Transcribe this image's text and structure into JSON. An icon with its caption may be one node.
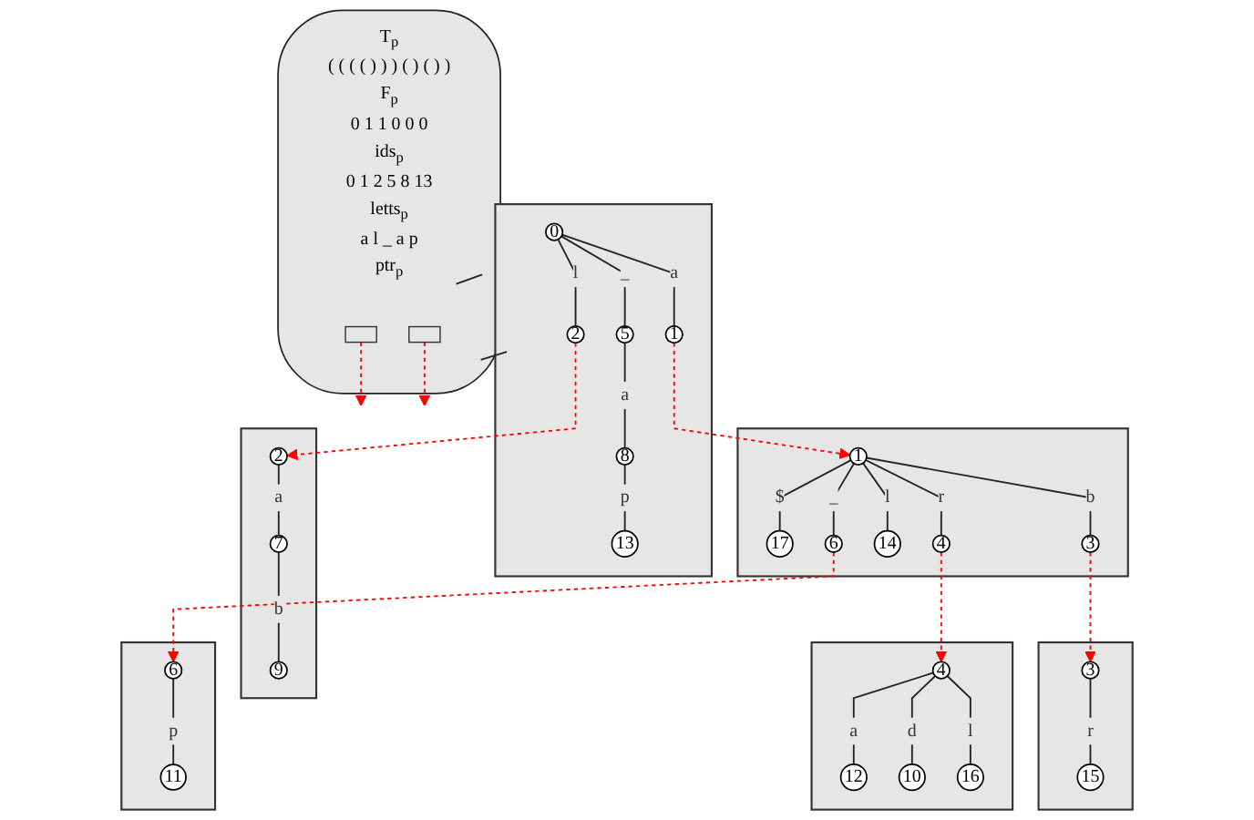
{
  "diagram": {
    "nodes": [
      {
        "text": [],
        "shape": "box"
      },
      {
        "text": [
          "0"
        ],
        "in": 0
      },
      {
        "text": [
          "1"
        ],
        "in": 0
      },
      {
        "text": [
          "2"
        ],
        "in": 0
      },
      {
        "text": [
          "5"
        ],
        "in": 0
      },
      {
        "text": [
          "8"
        ],
        "in": 0
      },
      {
        "text": [
          "13"
        ],
        "in": 0
      },
      {
        "text": [
          "T$_{p}$",
          "( ( ( ( ) ) ) ( ) ( ) )",
          "F$_{p}$",
          "0 1 1 0 0 0",
          "ids$_{p}$",
          "0 1 2 5 8 13",
          "letts$_{p}$",
          "a l _ a p",
          "ptr$_{p}$"
        ]
      },
      {
        "text": [],
        "shape": "box",
        "in": 7
      },
      {
        "text": [],
        "shape": "box",
        "in": 7
      },
      {
        "text": [],
        "shape": "box"
      },
      {
        "text": [
          "1"
        ],
        "in": 10
      },
      {
        "text": [
          "17"
        ],
        "in": 10
      },
      {
        "text": [
          "3"
        ],
        "in": 10
      },
      {
        "text": [
          "14"
        ],
        "in": 10
      },
      {
        "text": [
          "4"
        ],
        "in": 10
      },
      {
        "text": [
          "6"
        ],
        "in": 10
      },
      {
        "text": [],
        "shape": "box"
      },
      {
        "text": [
          "2"
        ],
        "in": 17
      },
      {
        "text": [
          "7"
        ],
        "in": 17
      },
      {
        "text": [
          "9"
        ],
        "in": 17
      },
      {
        "text": [],
        "shape": "box"
      },
      {
        "text": [
          "3"
        ],
        "in": 21
      },
      {
        "text": [
          "15"
        ],
        "in": 21
      },
      {
        "text": [],
        "shape": "box"
      },
      {
        "text": [
          "4"
        ],
        "in": 24
      },
      {
        "text": [
          "12"
        ],
        "in": 24
      },
      {
        "text": [
          "10"
        ],
        "in": 24
      },
      {
        "text": [
          "16"
        ],
        "in": 24
      },
      {
        "text": [],
        "shape": "box"
      },
      {
        "text": [
          "6"
        ],
        "in": 29
      },
      {
        "text": [
          "11"
        ],
        "in": 29
      }
    ],
    "edges": [
      {
        "from": 1,
        "to": 2,
        "arrow": "none",
        "label": "a"
      },
      {
        "from": 1,
        "to": 3,
        "arrow": "none",
        "label": "l"
      },
      {
        "from": 1,
        "to": 4,
        "arrow": "none",
        "label": "_"
      },
      {
        "from": 4,
        "to": 5,
        "arrow": "none",
        "label": "a"
      },
      {
        "from": 5,
        "to": 6,
        "arrow": "none",
        "label": "p"
      },
      {
        "from": 0,
        "to": 7,
        "arrow": "none"
      },
      {
        "from": 0,
        "to": 7,
        "arrow": "none"
      },
      {
        "from": 2,
        "to": 11,
        "arrow": "to",
        "style": "dashed",
        "color": "#ff0000"
      },
      {
        "from": 3,
        "to": 18,
        "arrow": "to",
        "style": "dashed",
        "color": "#ff0000"
      },
      {
        "from": 11,
        "to": 12,
        "arrow": "none",
        "label": "$"
      },
      {
        "from": 11,
        "to": 13,
        "arrow": "none",
        "label": "b"
      },
      {
        "from": 11,
        "to": 14,
        "arrow": "none",
        "label": "l"
      },
      {
        "from": 11,
        "to": 15,
        "arrow": "none",
        "label": "r"
      },
      {
        "from": 11,
        "to": 16,
        "arrow": "none",
        "label": "_"
      },
      {
        "from": 18,
        "to": 19,
        "arrow": "none",
        "label": "a"
      },
      {
        "from": 19,
        "to": 20,
        "arrow": "none",
        "label": "b"
      },
      {
        "from": 13,
        "to": 22,
        "arrow": "to",
        "style": "dashed",
        "color": "#ff0000"
      },
      {
        "from": 15,
        "to": 25,
        "arrow": "to",
        "style": "dashed",
        "color": "#ff0000"
      },
      {
        "from": 16,
        "to": 30,
        "arrow": "to",
        "style": "dashed",
        "color": "#ff0000"
      },
      {
        "from": 22,
        "to": 23,
        "arrow": "none",
        "label": "r"
      },
      {
        "from": 25,
        "to": 26,
        "arrow": "none",
        "label": "a"
      },
      {
        "from": 25,
        "to": 27,
        "arrow": "none",
        "label": "d"
      },
      {
        "from": 25,
        "to": 28,
        "arrow": "none",
        "label": "l"
      },
      {
        "from": 30,
        "to": 31,
        "arrow": "none",
        "label": "p"
      },
      {
        "from": 8,
        "to": null,
        "arrow": "to",
        "style": "dashed",
        "color": "#ff0000"
      },
      {
        "from": 9,
        "to": null,
        "arrow": "to",
        "style": "dashed",
        "color": "#ff0000"
      }
    ]
  }
}
